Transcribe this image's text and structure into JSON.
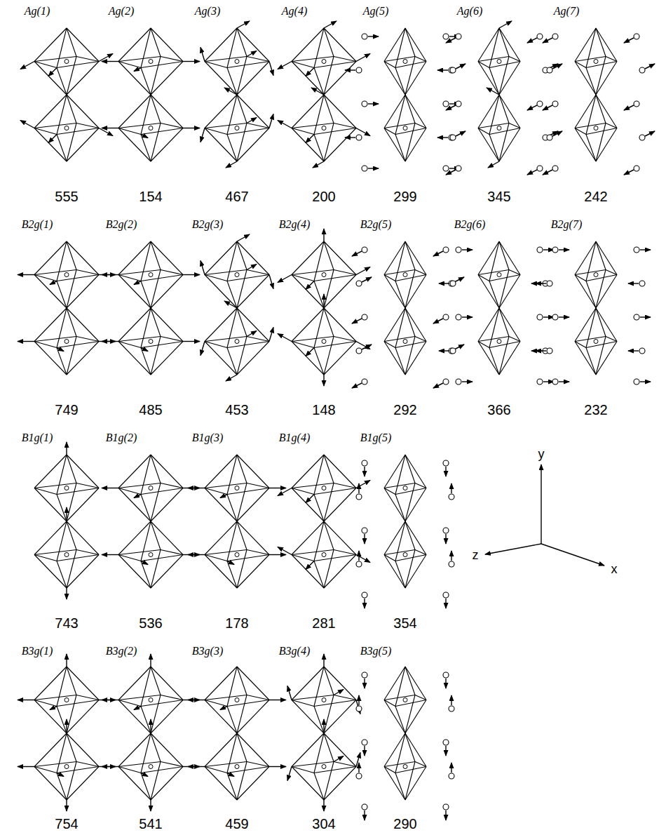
{
  "diagram": {
    "labels": [
      "Ag(1)",
      "Ag(2)",
      "Ag(3)",
      "Ag(4)",
      "Ag(5)",
      "Ag(6)",
      "Ag(7)",
      "555",
      "154",
      "467",
      "200",
      "299",
      "345",
      "242",
      "B2g(1)",
      "B2g(2)",
      "B2g(3)",
      "B2g(4)",
      "B2g(5)",
      "B2g(6)",
      "B2g(7)",
      "749",
      "485",
      "453",
      "148",
      "292",
      "366",
      "232",
      "B1g(1)",
      "B1g(2)",
      "B1g(3)",
      "B1g(4)",
      "B1g(5)",
      "y",
      "z",
      "x",
      "743",
      "536",
      "178",
      "281",
      "354",
      "B3g(1)",
      "B3g(2)",
      "B3g(3)",
      "B3g(4)",
      "B3g(5)",
      "754",
      "541",
      "459",
      "304",
      "290"
    ]
  }
}
